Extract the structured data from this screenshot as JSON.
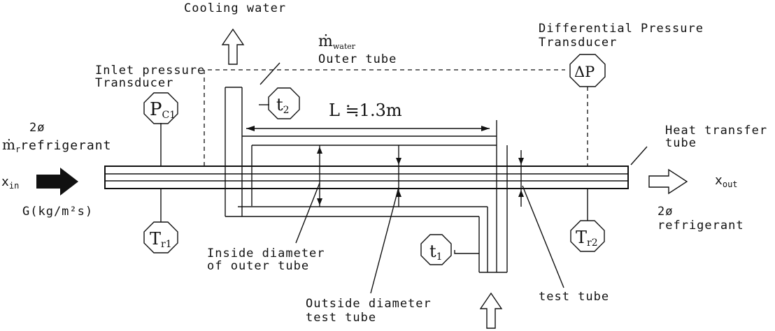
{
  "labels": {
    "cooling_water": "Cooling water",
    "m_water_sym": "ṁ",
    "m_water_sub": "water",
    "outer_tube": "Outer tube",
    "diff_pressure_1": "Differential Pressure",
    "diff_pressure_2": "Transducer",
    "inlet_pressure_1": "Inlet pressure",
    "inlet_pressure_2": "Transducer",
    "length": "L ≒1.3m",
    "heat_transfer_1": "Heat transfer",
    "heat_transfer_2": "tube",
    "two_phase_in": "2ø",
    "mr_sym": "ṁ",
    "mr_sub": "r",
    "refrigerant_in": "refrigerant",
    "x_in": "x",
    "x_in_sub": "in",
    "mass_flux": "G(kg/m²s)",
    "x_out": "x",
    "x_out_sub": "out",
    "two_phase_out": "2ø",
    "refrigerant_out": "refrigerant",
    "inside_diameter_1": "Inside diameter",
    "inside_diameter_2": "of outer tube",
    "outside_diameter_1": "Outside diameter",
    "outside_diameter_2": "test tube",
    "test_tube": "test tube"
  },
  "sensors": {
    "pc1_main": "P",
    "pc1_sub": "C1",
    "tr1_main": "T",
    "tr1_sub": "r1",
    "t2_main": "t",
    "t2_sub": "2",
    "t1_main": "t",
    "t1_sub": "1",
    "dp_main": "ΔP",
    "tr2_main": "T",
    "tr2_sub": "r2"
  }
}
